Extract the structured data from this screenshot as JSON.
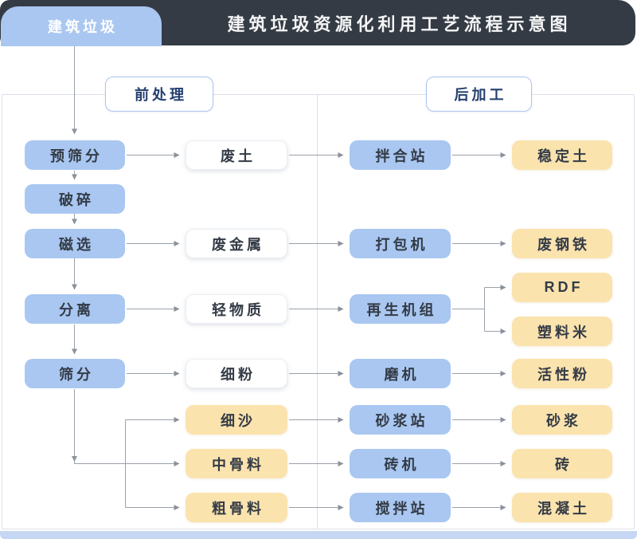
{
  "header": {
    "tab": "建筑垃圾",
    "title": "建筑垃圾资源化利用工艺流程示意图"
  },
  "sections": {
    "pre": {
      "label": "前处理"
    },
    "post": {
      "label": "后加工"
    }
  },
  "nodes": {
    "pre_screening": "预筛分",
    "crushing": "破碎",
    "magnetic_separation": "磁选",
    "separation": "分离",
    "screening": "筛分",
    "waste_soil": "废土",
    "scrap_metal": "废金属",
    "light_material": "轻物质",
    "fine_powder": "细粉",
    "fine_sand": "细沙",
    "medium_aggregate": "中骨料",
    "coarse_aggregate": "粗骨料",
    "mixing_station": "拌合站",
    "baler": "打包机",
    "recycling_unit": "再生机组",
    "mill": "磨机",
    "mortar_station": "砂浆站",
    "brick_machine": "砖机",
    "concrete_mixing_station": "搅拌站",
    "stabilized_soil": "稳定土",
    "scrap_steel": "废钢铁",
    "rdf": "RDF",
    "plastic_pellets": "塑料米",
    "active_powder": "活性粉",
    "mortar": "砂浆",
    "brick": "砖",
    "concrete": "混凝土"
  },
  "edges": [
    [
      "建筑垃圾",
      "预筛分"
    ],
    [
      "预筛分",
      "破碎"
    ],
    [
      "破碎",
      "磁选"
    ],
    [
      "磁选",
      "分离"
    ],
    [
      "分离",
      "筛分"
    ],
    [
      "预筛分",
      "废土"
    ],
    [
      "磁选",
      "废金属"
    ],
    [
      "分离",
      "轻物质"
    ],
    [
      "筛分",
      "细粉"
    ],
    [
      "筛分",
      "细沙"
    ],
    [
      "筛分",
      "中骨料"
    ],
    [
      "筛分",
      "粗骨料"
    ],
    [
      "废土",
      "拌合站"
    ],
    [
      "废金属",
      "打包机"
    ],
    [
      "轻物质",
      "再生机组"
    ],
    [
      "细粉",
      "磨机"
    ],
    [
      "细沙",
      "砂浆站"
    ],
    [
      "中骨料",
      "砖机"
    ],
    [
      "粗骨料",
      "搅拌站"
    ],
    [
      "拌合站",
      "稳定土"
    ],
    [
      "打包机",
      "废钢铁"
    ],
    [
      "再生机组",
      "RDF"
    ],
    [
      "再生机组",
      "塑料米"
    ],
    [
      "磨机",
      "活性粉"
    ],
    [
      "砂浆站",
      "砂浆"
    ],
    [
      "砖机",
      "砖"
    ],
    [
      "搅拌站",
      "混凝土"
    ]
  ],
  "colors": {
    "titlebar_bg": "#343B44",
    "titlebar_text": "#F4F5F6",
    "tab_bg": "#A9C7F1",
    "process_box": "#A9C7F1",
    "product_box": "#FBE3AE",
    "intermediate_box": "#FFFFFF",
    "node_text": "#333B46",
    "section_text": "#24406E",
    "section_border": "#AEC4EF",
    "connector": "#9AA1A9",
    "arrowhead": "#8A929B",
    "container_border": "#DCE0EA",
    "bottom_bar": "#C5D7F3"
  }
}
